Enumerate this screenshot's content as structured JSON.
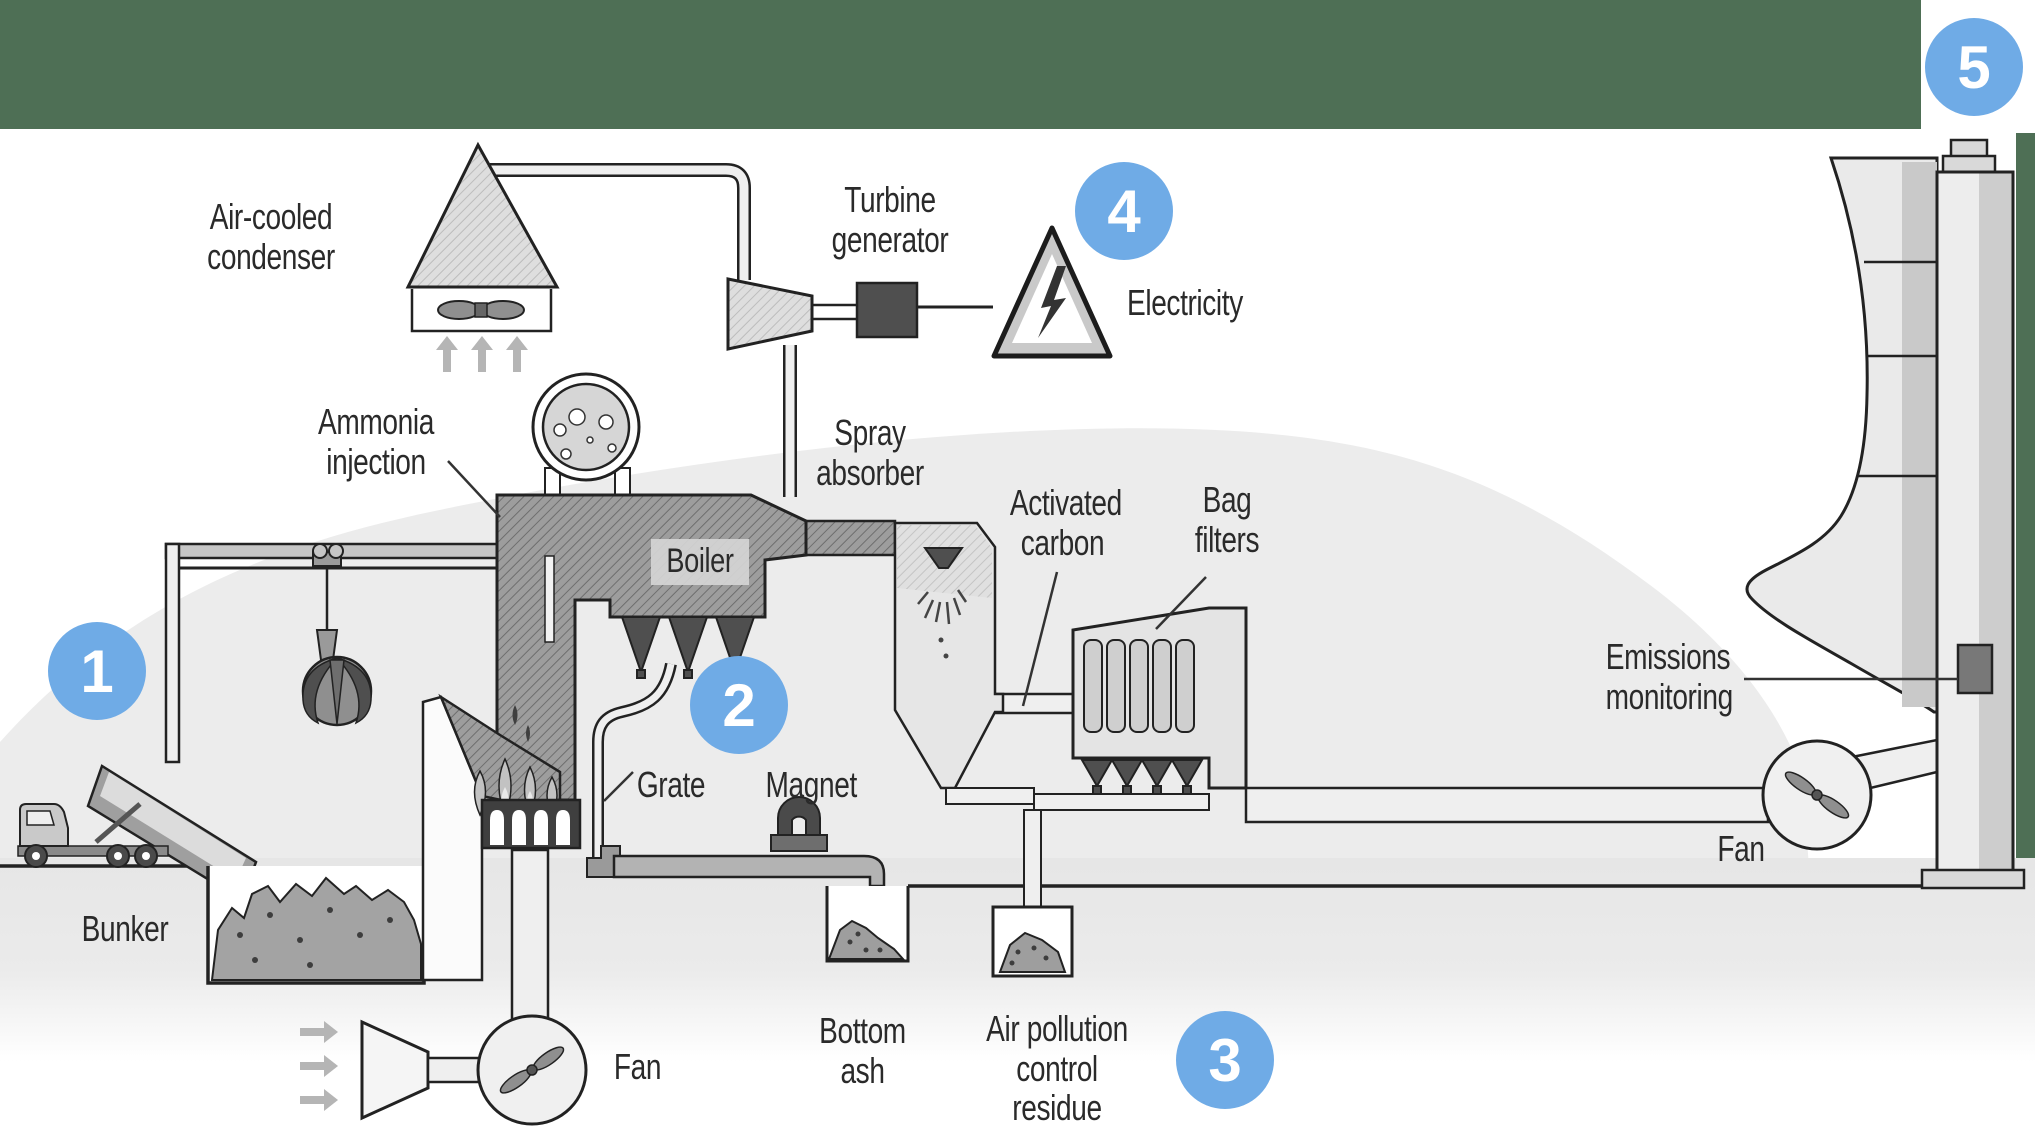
{
  "figure": {
    "title": "Waste-to-energy plant process diagram",
    "type": "illustrated process diagram",
    "stages_marked": [
      "1",
      "2",
      "3",
      "4",
      "5"
    ]
  },
  "colors": {
    "header_green": "#4e6f55",
    "callout_blue": "#6fabe6",
    "ink": "#222222",
    "wash_gray": "#ececec"
  },
  "callouts": {
    "n1": "1",
    "n2": "2",
    "n3": "3",
    "n4": "4",
    "n5": "5"
  },
  "labels": {
    "air_cooled_condenser": "Air-cooled\ncondenser",
    "turbine_generator": "Turbine\ngenerator",
    "electricity": "Electricity",
    "ammonia_injection": "Ammonia\ninjection",
    "spray_absorber": "Spray\nabsorber",
    "boiler": "Boiler",
    "activated_carbon": "Activated\ncarbon",
    "bag_filters": "Bag\nfilters",
    "emissions_monitoring": "Emissions\nmonitoring",
    "grate": "Grate",
    "magnet": "Magnet",
    "bunker": "Bunker",
    "bottom_ash": "Bottom\nash",
    "air_pollution_control_residue": "Air pollution\ncontrol residue",
    "fan_primary": "Fan",
    "fan_induced_draft": "Fan"
  }
}
